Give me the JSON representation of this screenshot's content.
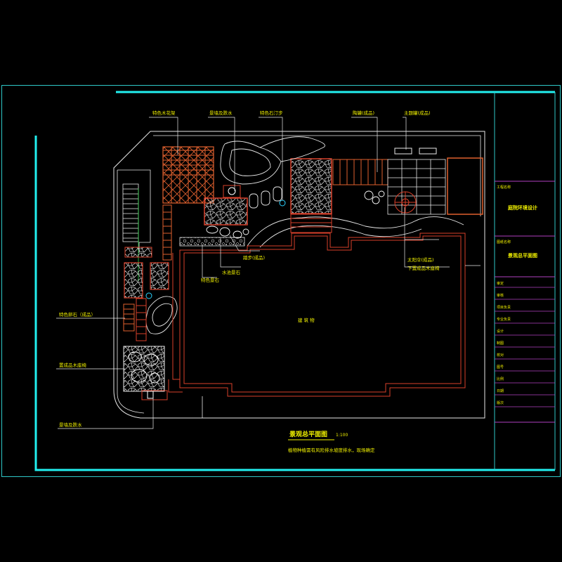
{
  "drawing": {
    "title": "景观总平面图",
    "scale": "1:100",
    "note": "植物种植需有风险排水坡度排水，现场确定",
    "building_label": "建 筑 物"
  },
  "callouts": {
    "wood_frame": "特色木花架",
    "lamp_pond": "景墙及跌水",
    "stone_path": "特色石汀步",
    "pottery_jar": "陶罐(成品)",
    "ornament_pot": "主题罐(成品)",
    "steps": "踏步(成品)",
    "water_stone": "水池景石",
    "feature_wall": "特色景石",
    "sun_umbrella": "太阳伞(成品)",
    "deck_boardwalk": "下置成品木座椅",
    "feature_gravel": "特色卵石（成品）",
    "planting_bed": "置成品木座椅",
    "lamp_post": "景墙及跌水"
  },
  "title_block": {
    "project_label": "工程名称",
    "project_name": "庭院环境设计",
    "drawing_label": "图纸名称",
    "drawing_name": "景观总平面图",
    "rows": [
      "审定",
      "审核",
      "项目负责",
      "专业负责",
      "设计",
      "制图",
      "校对",
      "图号",
      "比例",
      "日期",
      "版次"
    ]
  },
  "colors": {
    "frame": "#2fc8c8",
    "frame_bright": "#22f0f0",
    "outline": "#e8e8e8",
    "building": "#d9402a",
    "timber": "#e0602e",
    "titleblock_line": "#b040c0",
    "text": "#f0f000",
    "symbol": "#2ad2ff",
    "symbol2": "#2ed84a"
  }
}
